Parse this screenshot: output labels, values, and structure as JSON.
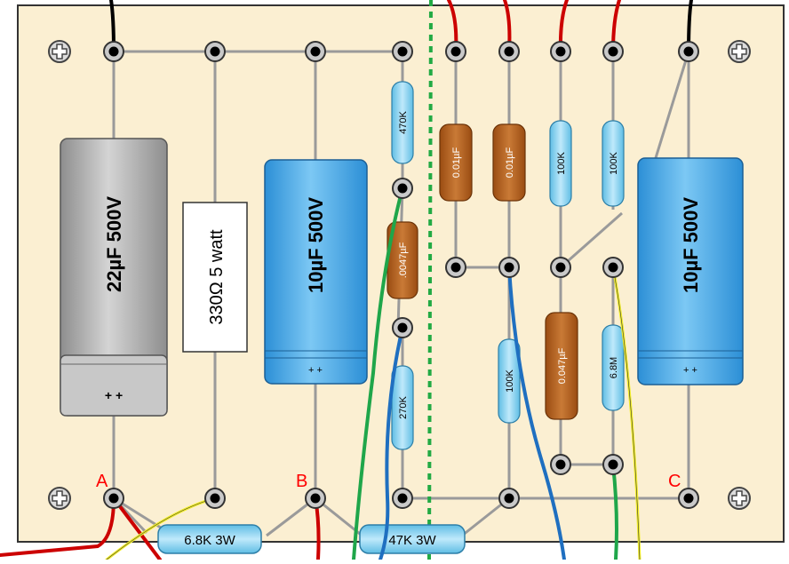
{
  "colors": {
    "board": "#fbefd2",
    "board_stroke": "#333333",
    "lead": "#9a9a9a",
    "wire_black": "#000000",
    "wire_red": "#cc0000",
    "wire_green": "#1fa64a",
    "wire_blue": "#1f6fc0",
    "wire_yellow": "#f2ee2a",
    "divider": "#22aa44",
    "label": "#ff0000",
    "film_cap": "#b5611c",
    "resistor": "#7fd0ee",
    "elec_blue": "#46a8e6",
    "elec_gray": "#a8a8a8"
  },
  "icons": {
    "mount_screw": "phillips-screw-icon"
  },
  "labels": {
    "node_a": "A",
    "node_b": "B",
    "node_c": "C"
  },
  "components": {
    "cap_22uf": {
      "label": "22µF 500V",
      "polarity": "+ +"
    },
    "res_330": {
      "label": "330Ω 5 watt"
    },
    "cap_10uf_left": {
      "label": "10µF 500V",
      "polarity": "+ +"
    },
    "cap_10uf_right": {
      "label": "10µF 500V",
      "polarity": "+ +"
    },
    "res_470k": {
      "label": "470K"
    },
    "cap_0047": {
      "label": ".0047µF"
    },
    "res_270k": {
      "label": "270K"
    },
    "cap_001_a": {
      "label": "0.01µF"
    },
    "cap_001_b": {
      "label": "0.01µF"
    },
    "res_100k_a": {
      "label": "100K"
    },
    "res_100k_b": {
      "label": "100K"
    },
    "res_100k_c": {
      "label": "100K"
    },
    "cap_047": {
      "label": "0.047µF"
    },
    "res_68m": {
      "label": "6.8M"
    },
    "res_68k_3w": {
      "label": "6.8K 3W"
    },
    "res_47k_3w": {
      "label": "47K 3W"
    }
  }
}
